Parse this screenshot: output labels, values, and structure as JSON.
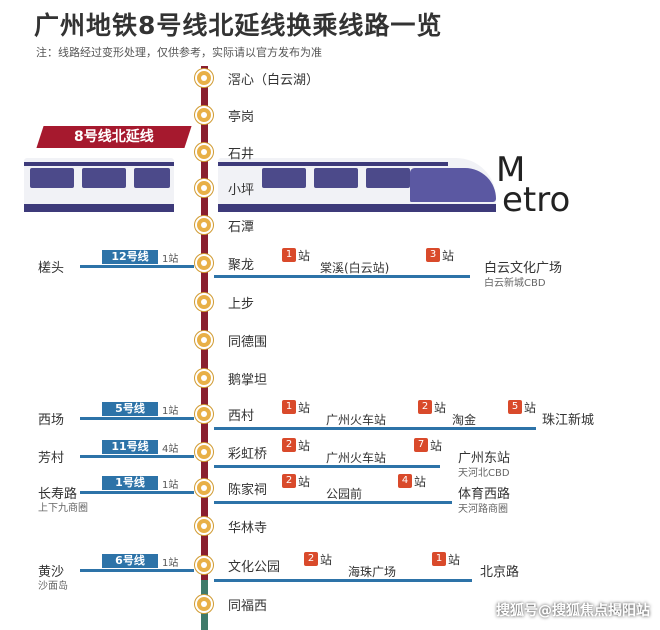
{
  "title": "广州地铁8号线北延线换乘线路一览",
  "note": "注：线路经过变形处理，仅供参考，实际请以官方发布为准",
  "line_badge": "8号线北延线",
  "metro_logo": {
    "m": "M",
    "rest": "etro"
  },
  "stations": [
    "滘心（白云湖）",
    "亭岗",
    "石井",
    "小坪",
    "石潭",
    "聚龙",
    "上步",
    "同德围",
    "鹅掌坦",
    "西村",
    "彩虹桥",
    "陈家祠",
    "华林寺",
    "文化公园",
    "同福西"
  ],
  "transfers": [
    {
      "row": 0,
      "origin": "槎头",
      "origin_sub": "",
      "line": "12号线",
      "count": "1站",
      "hops": [
        {
          "n": "1",
          "label": "站"
        },
        {
          "n": "3",
          "label": "站"
        }
      ],
      "via": [
        "棠溪(白云站)"
      ],
      "dest": "白云文化广场",
      "dest_sub": "白云新城CBD"
    },
    {
      "row": 1,
      "origin": "西场",
      "origin_sub": "",
      "line": "5号线",
      "count": "1站",
      "hops": [
        {
          "n": "1",
          "label": "站"
        },
        {
          "n": "2",
          "label": "站"
        },
        {
          "n": "5",
          "label": "站"
        }
      ],
      "via": [
        "广州火车站",
        "淘金"
      ],
      "dest": "珠江新城",
      "dest_sub": ""
    },
    {
      "row": 2,
      "origin": "芳村",
      "origin_sub": "",
      "line": "11号线",
      "count": "4站",
      "hops": [
        {
          "n": "2",
          "label": "站"
        },
        {
          "n": "7",
          "label": "站"
        }
      ],
      "via": [
        "广州火车站"
      ],
      "dest": "广州东站",
      "dest_sub": "天河北CBD"
    },
    {
      "row": 3,
      "origin": "长寿路",
      "origin_sub": "上下九商圈",
      "line": "1号线",
      "count": "1站",
      "hops": [
        {
          "n": "2",
          "label": "站"
        },
        {
          "n": "4",
          "label": "站"
        }
      ],
      "via": [
        "公园前"
      ],
      "dest": "体育西路",
      "dest_sub": "天河路商圈"
    },
    {
      "row": 4,
      "origin": "黄沙",
      "origin_sub": "沙面岛",
      "line": "6号线",
      "count": "1站",
      "hops": [
        {
          "n": "2",
          "label": "站"
        },
        {
          "n": "1",
          "label": "站"
        }
      ],
      "via": [
        "海珠广场"
      ],
      "dest": "北京路",
      "dest_sub": ""
    }
  ],
  "watermark": "搜狐号@搜狐焦点揭阳站",
  "colors": {
    "line8": "#8a1f2f",
    "station": "#e8b047",
    "transfer": "#2d73a8",
    "hop": "#d94a2b"
  }
}
